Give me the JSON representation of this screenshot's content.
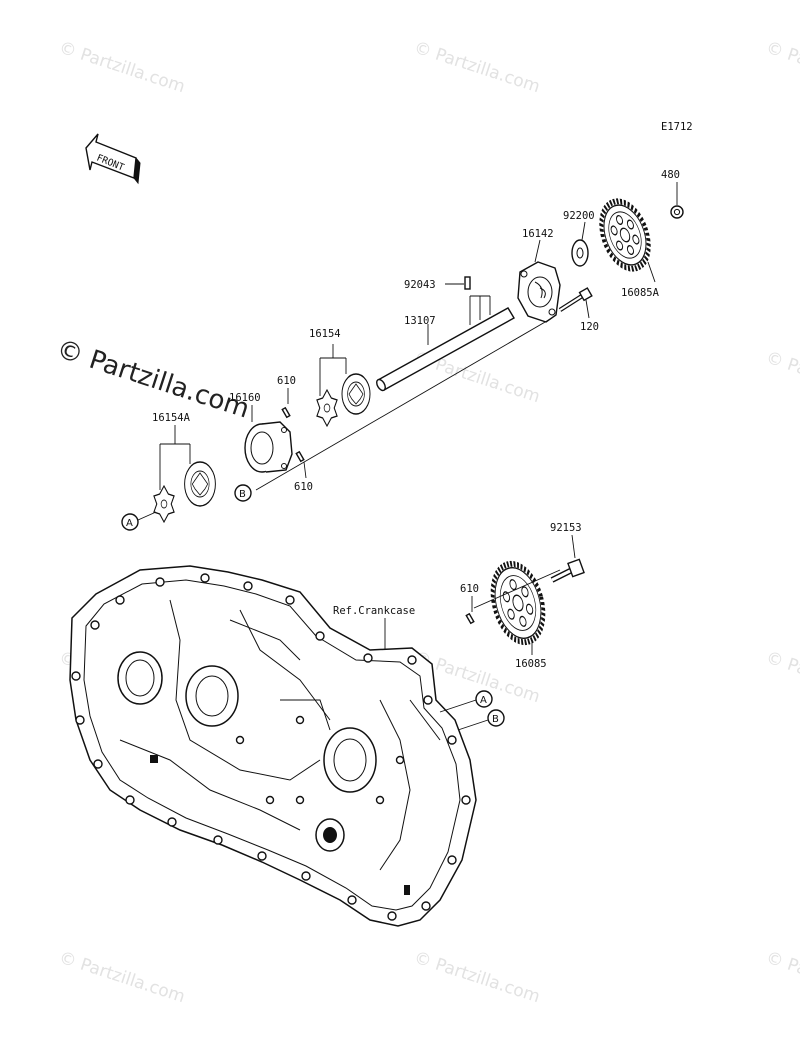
{
  "watermark": {
    "text": "© Partzilla.com",
    "main_text": "© Partzilla.com"
  },
  "diagram_code": "E1712",
  "front_label": "FRONT",
  "reference": "Ref.Crankcase",
  "parts": [
    {
      "number": "480"
    },
    {
      "number": "92200"
    },
    {
      "number": "16142"
    },
    {
      "number": "16085A"
    },
    {
      "number": "92043"
    },
    {
      "number": "13107"
    },
    {
      "number": "120"
    },
    {
      "number": "16154"
    },
    {
      "number": "610"
    },
    {
      "number": "16160"
    },
    {
      "number": "16154A"
    },
    {
      "number": "610"
    },
    {
      "number": "92153"
    },
    {
      "number": "610"
    },
    {
      "number": "16085"
    }
  ],
  "callouts": [
    "A",
    "B",
    "A",
    "B"
  ]
}
